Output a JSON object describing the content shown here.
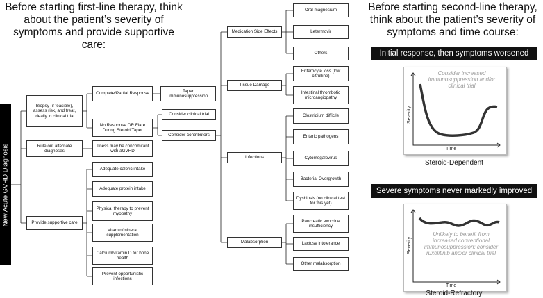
{
  "left_heading": "Before starting first-line therapy, think about the patient’s severity of symptoms and provide supportive care:",
  "right_heading": "Before starting second-line therapy, think about the patient’s severity of symptoms and time course:",
  "root_label": "New Acute GVHD Diagnosis",
  "col1": {
    "biopsy": "Biopsy (if feasible), assess risk, and treat, ideally in clinical trial",
    "rule_out": "Rule out alternate diagnoses",
    "supportive": "Provide supportive care"
  },
  "col2": {
    "complete": "Complete/Partial Response",
    "no_response": "No Response OR Flare During Steroid Taper",
    "illness": "Illness may be concomitant with aGVHD",
    "supportive_items": [
      "Adequate caloric intake",
      "Adequate protein intake",
      "Physical therapy to prevent myopathy",
      "Vitamin/mineral supplementation",
      "Calcium/vitamin D for bone health",
      "Prevent opportunistic infections"
    ]
  },
  "col3": {
    "taper": "Taper immunosuppression",
    "trial": "Consider clinical trial",
    "contributors": "Consider contributors"
  },
  "col4": {
    "med": "Medication Side Effects",
    "tissue": "Tissue Damage",
    "infections": "Infections",
    "malabsorption": "Malabsorption"
  },
  "col5": {
    "med_items": [
      "Oral magnesium",
      "Letermovir",
      "Others"
    ],
    "tissue_items": [
      "Enterocyte loss (low citrulline)",
      "Intestinal thrombotic microangiopathy"
    ],
    "infection_items": [
      "Clostridium difficile",
      "Enteric pathogens",
      "Cytomegalovirus",
      "Bacterial Overgrowth",
      "Dysbiosis (no clinical test for this yet)"
    ],
    "malabsorption_items": [
      "Pancreatic exocrine insufficiency",
      "Lactose intolerance",
      "Other malabsorption"
    ]
  },
  "panel1": {
    "banner": "Initial response, then symptoms worsened",
    "note": "Consider increased immunosuppression and/or clinical trial",
    "ylabel": "Severity",
    "xlabel": "Time",
    "caption": "Steroid-Dependent"
  },
  "panel2": {
    "banner": "Severe symptoms never markedly improved",
    "note": "Unlikely to benefit from increased conventional immunosuppression; consider ruxolitinib and/or clinical trial",
    "ylabel": "Severity",
    "xlabel": "Time",
    "caption": "Steroid-Refractory"
  }
}
